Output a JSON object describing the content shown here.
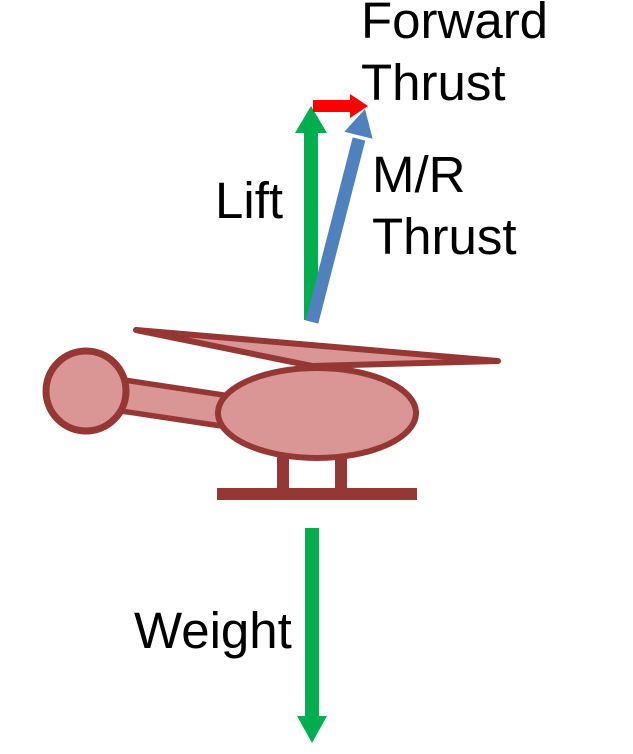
{
  "diagram": {
    "labels": {
      "forward_thrust": "Forward\nThrust",
      "mr_thrust": "M/R\nThrust",
      "lift": "Lift",
      "weight": "Weight"
    },
    "colors": {
      "background": "#FFFFFF",
      "text": "#000000",
      "lift_arrow": "#00AE50",
      "weight_arrow": "#00AE50",
      "forward_thrust_arrow": "#FF0000",
      "mr_thrust_arrow": "#4F81BD",
      "helicopter_fill": "#D99694",
      "helicopter_outline": "#953735"
    },
    "forces": {
      "lift_direction": "up",
      "weight_direction": "down",
      "forward_thrust_direction": "right",
      "mr_thrust_direction": "up-right"
    }
  }
}
